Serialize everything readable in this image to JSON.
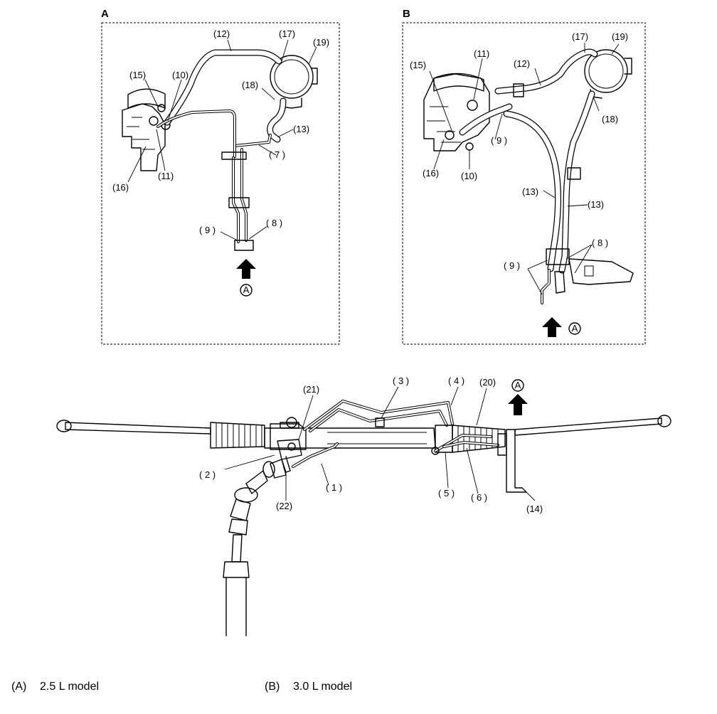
{
  "panels": {
    "a": {
      "title": "A"
    },
    "b": {
      "title": "B"
    }
  },
  "callouts": {
    "a": {
      "c12": "(12)",
      "c17": "(17)",
      "c19": "(19)",
      "c15": "(15)",
      "c10": "(10)",
      "c18": "(18)",
      "c13": "(13)",
      "c7": "( 7 )",
      "c16": "(16)",
      "c11": "(11)",
      "c9": "( 9 )",
      "c8": "( 8 )"
    },
    "b": {
      "c17": "(17)",
      "c19": "(19)",
      "c11": "(11)",
      "c12": "(12)",
      "c15": "(15)",
      "c9": "( 9 )",
      "c18": "(18)",
      "c16": "(16)",
      "c10": "(10)",
      "c13a": "(13)",
      "c13b": "(13)",
      "c8": "( 8 )",
      "c9b": "( 9 )"
    },
    "main": {
      "c21": "(21)",
      "c3": "( 3 )",
      "c4": "( 4 )",
      "c20": "(20)",
      "c2": "( 2 )",
      "c1": "( 1 )",
      "c22": "(22)",
      "c5": "( 5 )",
      "c6": "( 6 )",
      "c14": "(14)"
    }
  },
  "view_marker": {
    "letter": "A"
  },
  "legend": [
    {
      "key": "(A)",
      "text": "2.5 L model"
    },
    {
      "key": "(B)",
      "text": "3.0 L model"
    }
  ]
}
